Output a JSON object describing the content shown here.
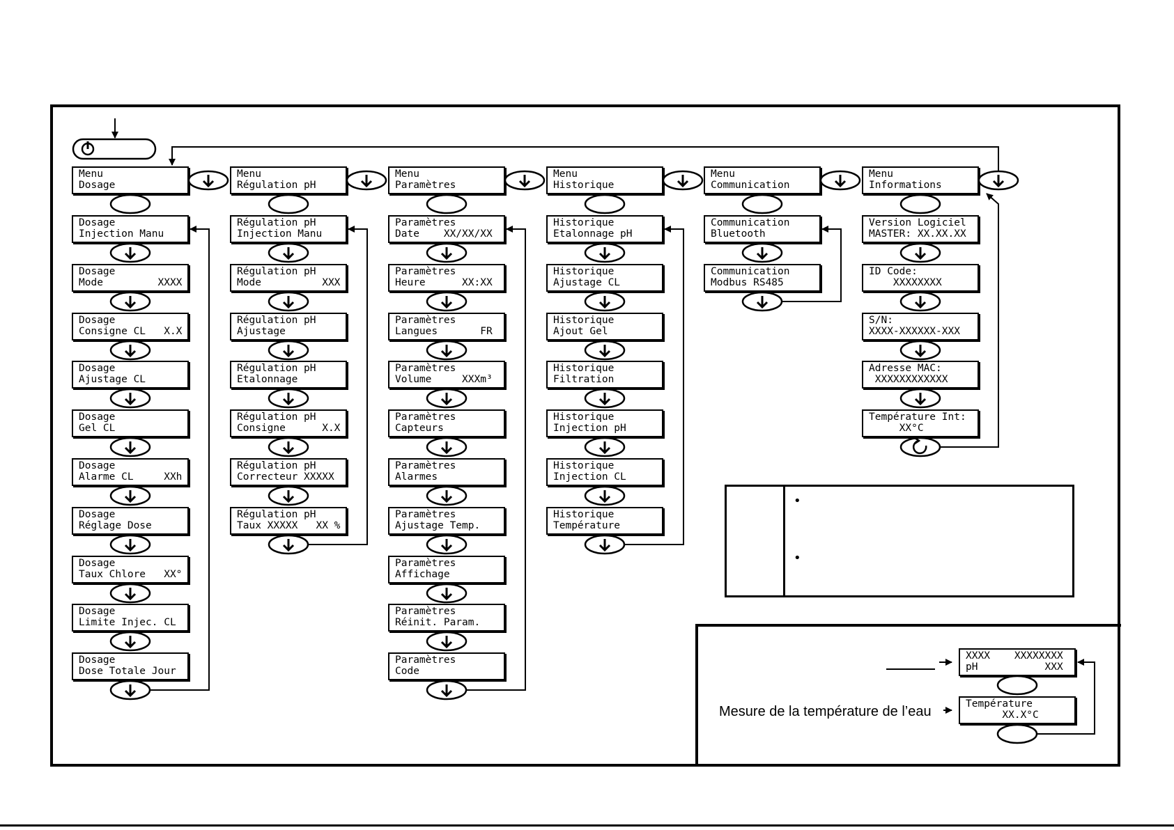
{
  "menus": [
    {
      "id": "dosage",
      "header": [
        "Menu",
        "Dosage"
      ],
      "items": [
        [
          "Dosage",
          "Injection Manu"
        ],
        [
          "Dosage",
          "Mode         XXXX"
        ],
        [
          "Dosage",
          "Consigne CL   X.X"
        ],
        [
          "Dosage",
          "Ajustage CL"
        ],
        [
          "Dosage",
          "Gel CL"
        ],
        [
          "Dosage",
          "Alarme CL     XXh"
        ],
        [
          "Dosage",
          "Réglage Dose"
        ],
        [
          "Dosage",
          "Taux Chlore   XX°"
        ],
        [
          "Dosage",
          "Limite Injec. CL"
        ],
        [
          "Dosage",
          "Dose Totale Jour"
        ]
      ]
    },
    {
      "id": "regulation-ph",
      "header": [
        "Menu",
        "Régulation pH"
      ],
      "items": [
        [
          "Régulation pH",
          "Injection Manu"
        ],
        [
          "Régulation pH",
          "Mode          XXX"
        ],
        [
          "Régulation pH",
          "Ajustage"
        ],
        [
          "Régulation pH",
          "Etalonnage"
        ],
        [
          "Régulation pH",
          "Consigne      X.X"
        ],
        [
          "Régulation pH",
          "Correcteur XXXXX"
        ],
        [
          "Régulation pH",
          "Taux XXXXX   XX %"
        ]
      ]
    },
    {
      "id": "parametres",
      "header": [
        "Menu",
        "Paramètres"
      ],
      "items": [
        [
          "Paramètres",
          "Date    XX/XX/XX"
        ],
        [
          "Paramètres",
          "Heure      XX:XX"
        ],
        [
          "Paramètres",
          "Langues       FR"
        ],
        [
          "Paramètres",
          "Volume     XXXm³"
        ],
        [
          "Paramètres",
          "Capteurs"
        ],
        [
          "Paramètres",
          "Alarmes"
        ],
        [
          "Paramètres",
          "Ajustage Temp."
        ],
        [
          "Paramètres",
          "Affichage"
        ],
        [
          "Paramètres",
          "Réinit. Param."
        ],
        [
          "Paramètres",
          "Code"
        ]
      ]
    },
    {
      "id": "historique",
      "header": [
        "Menu",
        "Historique"
      ],
      "items": [
        [
          "Historique",
          "Etalonnage pH"
        ],
        [
          "Historique",
          "Ajustage CL"
        ],
        [
          "Historique",
          "Ajout Gel"
        ],
        [
          "Historique",
          "Filtration"
        ],
        [
          "Historique",
          "Injection pH"
        ],
        [
          "Historique",
          "Injection CL"
        ],
        [
          "Historique",
          "Température"
        ]
      ]
    },
    {
      "id": "communication",
      "header": [
        "Menu",
        "Communication"
      ],
      "items": [
        [
          "Communication",
          "Bluetooth"
        ],
        [
          "Communication",
          "Modbus RS485"
        ]
      ]
    },
    {
      "id": "informations",
      "header": [
        "Menu",
        "Informations"
      ],
      "items": [
        [
          "Version Logiciel",
          "MASTER: XX.XX.XX"
        ],
        [
          "ID Code:",
          "    XXXXXXXX"
        ],
        [
          "S/N:",
          "XXXX-XXXXXX-XXX"
        ],
        [
          "Adresse MAC:",
          " XXXXXXXXXXXX"
        ],
        [
          "Température Int:",
          "     XX°C"
        ]
      ]
    }
  ],
  "display": {
    "main": [
      "XXXX    XXXXXXXX",
      "pH           XXX"
    ],
    "temp": [
      "Température",
      "      XX.X°C"
    ]
  },
  "legend": {
    "water_temp_label": "Mesure de la température de l’eau"
  },
  "icons": {
    "power": "power-icon",
    "down": "arrow-down-icon",
    "loop": "loop-back-icon"
  }
}
